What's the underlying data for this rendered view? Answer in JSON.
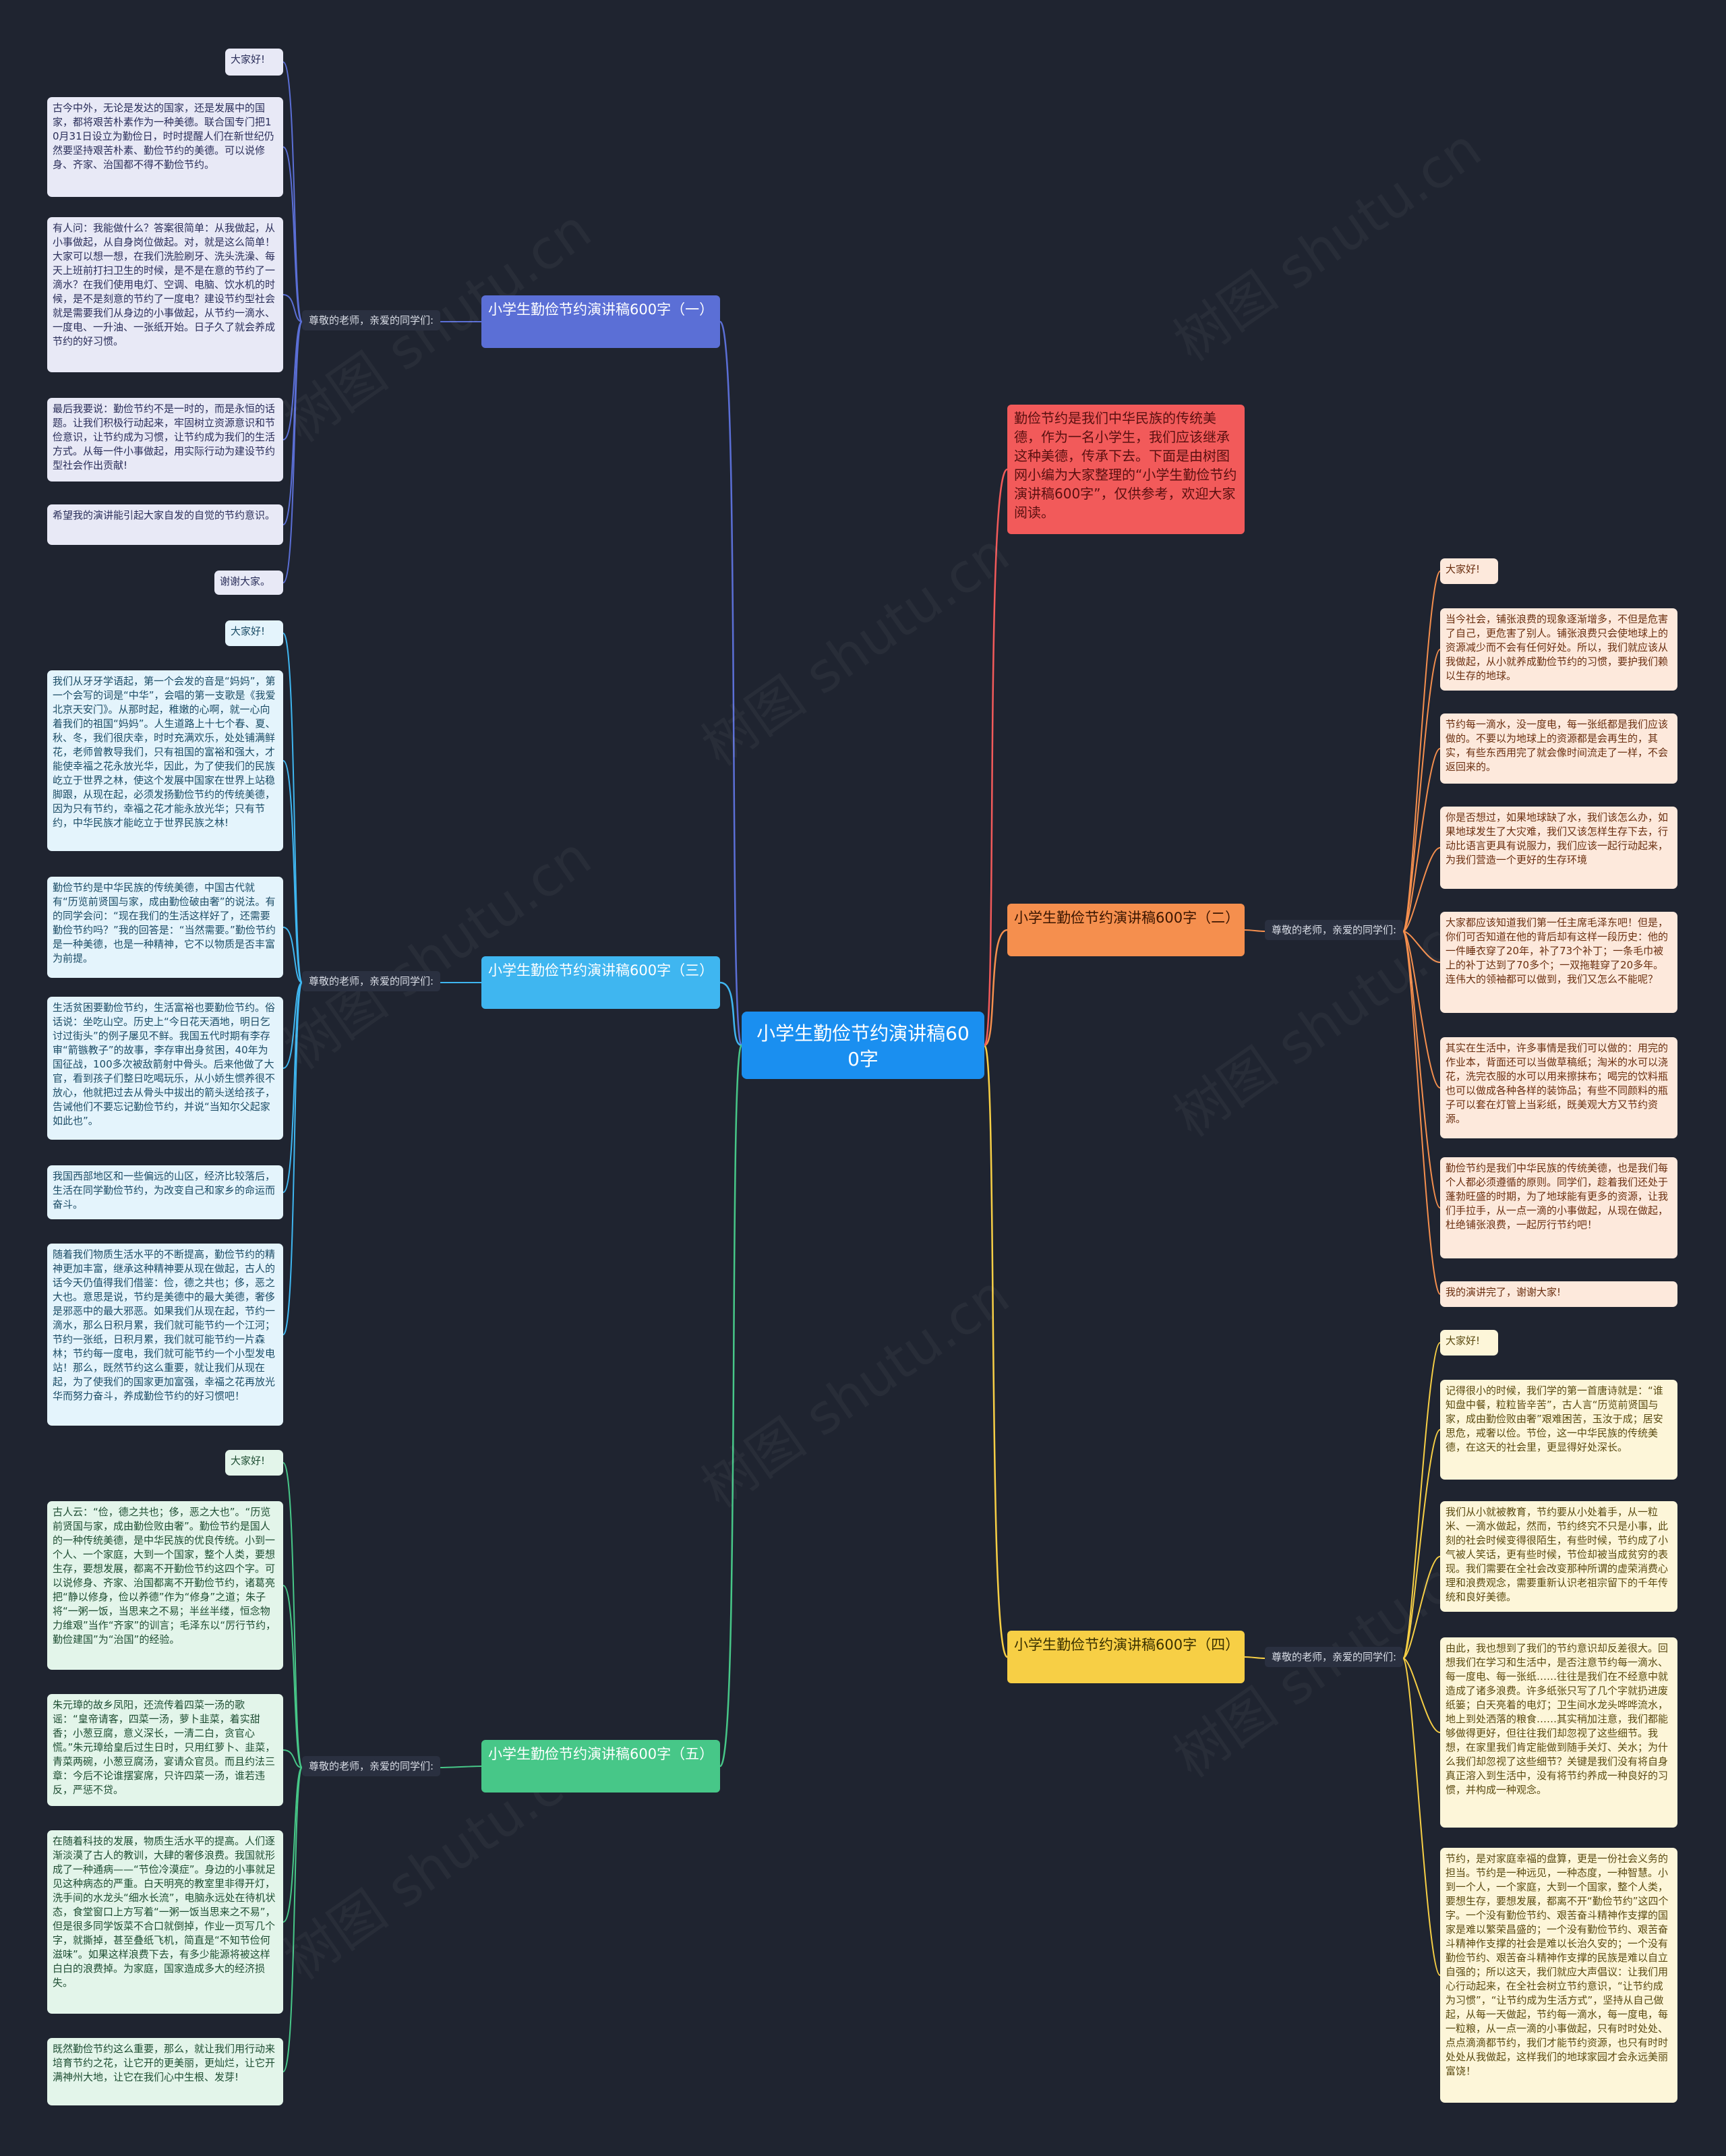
{
  "center": {
    "label": "小学生勤俭节约演讲稿600字"
  },
  "intro": {
    "text": "勤俭节约是我们中华民族的传统美德，作为一名小学生，我们应该继承这种美德，传承下去。下面是由树图网小编为大家整理的“小学生勤俭节约演讲稿600字”，仅供参考，欢迎大家阅读。"
  },
  "colors": {
    "background": "#1f2430",
    "center": "#1a8ff0",
    "intro": "#f25a5a",
    "b1": "#5b6fd6",
    "b2": "#f58f4e",
    "b3": "#3fb6f0",
    "b4": "#f7cf45",
    "b5": "#47c788"
  },
  "watermark": "树图 shutu.cn",
  "branches": [
    {
      "id": "b1",
      "label": "小学生勤俭节约演讲稿600字（一）",
      "sub": "尊敬的老师，亲爱的同学们:",
      "leaves": [
        "大家好!",
        "古今中外，无论是发达的国家，还是发展中的国家，都将艰苦朴素作为一种美德。联合国专门把10月31日设立为勤俭日，时时提醒人们在新世纪仍然要坚持艰苦朴素、勤俭节约的美德。可以说修身、齐家、治国都不得不勤俭节约。",
        "有人问：我能做什么？答案很简单：从我做起，从小事做起，从自身岗位做起。对，就是这么简单！大家可以想一想，在我们洗脸刷牙、洗头洗澡、每天上班前打扫卫生的时候，是不是在意的节约了一滴水？在我们使用电灯、空调、电脑、饮水机的时候，是不是刻意的节约了一度电？建设节约型社会就是需要我们从身边的小事做起，从节约一滴水、一度电、一升油、一张纸开始。日子久了就会养成节约的好习惯。",
        "最后我要说：勤俭节约不是一时的，而是永恒的话题。让我们积极行动起来，牢固树立资源意识和节俭意识，让节约成为习惯，让节约成为我们的生活方式。从每一件小事做起，用实际行动为建设节约型社会作出贡献!",
        "希望我的演讲能引起大家自发的自觉的节约意识。",
        "谢谢大家。"
      ]
    },
    {
      "id": "b3",
      "label": "小学生勤俭节约演讲稿600字（三）",
      "sub": "尊敬的老师，亲爱的同学们:",
      "leaves": [
        "大家好!",
        "我们从牙牙学语起，第一个会发的音是“妈妈”，第一个会写的词是“中华”，会唱的第一支歌是《我爱北京天安门》。从那时起，稚嫩的心啊，就一心向着我们的祖国“妈妈”。人生道路上十七个春、夏、秋、冬，我们很庆幸，时时充满欢乐，处处铺满鲜花，老师曾教导我们，只有祖国的富裕和强大，才能使幸福之花永放光华，因此，为了使我们的民族屹立于世界之林，使这个发展中国家在世界上站稳脚跟，从现在起，必须发扬勤俭节约的传统美德，因为只有节约，幸福之花才能永放光华；只有节约，中华民族才能屹立于世界民族之林!",
        "勤俭节约是中华民族的传统美德，中国古代就有“历览前贤国与家，成由勤俭破由奢”的说法。有的同学会问：“现在我们的生活这样好了，还需要勤俭节约吗？”我的回答是：“当然需要。”勤俭节约是一种美德，也是一种精神，它不以物质是否丰富为前提。",
        "生活贫困要勤俭节约，生活富裕也要勤俭节约。俗话说：坐吃山空。历史上“今日花天酒地，明日乞讨过街头”的例子屡见不鲜。我国五代时期有李存审“箭镞教子”的故事，李存审出身贫困，40年为国征战，100多次被敌箭射中骨头。后来他做了大官，看到孩子们整日吃喝玩乐，从小娇生惯养很不放心，他就把过去从骨头中拔出的箭头送给孩子，告诫他们不要忘记勤俭节约，并说“当知尔父起家如此也”。",
        "我国西部地区和一些偏远的山区，经济比较落后，生活在同学勤俭节约，为改变自己和家乡的命运而奋斗。",
        "随着我们物质生活水平的不断提高，勤俭节约的精神更加丰富，继承这种精神要从现在做起，古人的话今天仍值得我们借鉴：俭，德之共也；侈，恶之大也。意思是说，节约是美德中的最大美德，奢侈是邪恶中的最大邪恶。如果我们从现在起，节约一滴水，那么日积月累，我们就可能节约一个江河；节约一张纸，日积月累，我们就可能节约一片森林；节约每一度电，我们就可能节约一个小型发电站！那么，既然节约这么重要，就让我们从现在起，为了使我们的国家更加富强，幸福之花再放光华而努力奋斗，养成勤俭节约的好习惯吧！"
      ]
    },
    {
      "id": "b5",
      "label": "小学生勤俭节约演讲稿600字（五）",
      "sub": "尊敬的老师，亲爱的同学们:",
      "leaves": [
        "大家好!",
        "古人云：“俭，德之共也；侈，恶之大也”。“历览前贤国与家，成由勤俭败由奢”。勤俭节约是国人的一种传统美德，是中华民族的优良传统。小到一个人、一个家庭，大到一个国家，整个人类，要想生存，要想发展，都离不开勤俭节约这四个字。可以说修身、齐家、治国都离不开勤俭节约，诸葛亮把“静以修身，俭以养德”作为“修身”之道；朱子将“一粥一饭，当思来之不易；半丝半缕，恒念物力维艰”当作“齐家”的训言；毛泽东以“厉行节约，勤俭建国”为“治国”的经验。",
        "朱元璋的故乡凤阳，还流传着四菜一汤的歌谣：“皇帝请客，四菜一汤，萝卜韭菜，着实甜香；小葱豆腐，意义深长，一清二白，贪官心慌。”朱元璋给皇后过生日时，只用红萝卜、韭菜，青菜两碗，小葱豆腐汤，宴请众官员。而且约法三章：今后不论谁摆宴席，只许四菜一汤，谁若违反，严惩不贷。",
        "在随着科技的发展，物质生活水平的提高。人们逐渐淡漠了古人的教训，大肆的奢侈浪费。我国就形成了一种通病——“节俭冷漠症”。身边的小事就足见这种病态的严重。白天明亮的教室里非得开灯，洗手间的水龙头“细水长流”，电脑永远处在待机状态，食堂窗口上方写着“一粥一饭当思来之不易”，但是很多同学饭菜不合口就倒掉，作业一页写几个字，就撕掉，甚至叠纸飞机，简直是“不知节俭何滋味”。如果这样浪费下去，有多少能源将被这样白白的浪费掉。为家庭，国家造成多大的经济损失。",
        "既然勤俭节约这么重要，那么，就让我们用行动来培育节约之花，让它开的更美丽，更灿烂，让它开满神州大地，让它在我们心中生根、发芽!"
      ]
    },
    {
      "id": "b2",
      "label": "小学生勤俭节约演讲稿600字（二）",
      "sub": "尊敬的老师，亲爱的同学们:",
      "leaves": [
        "大家好!",
        "当今社会，铺张浪费的现象逐渐增多，不但是危害了自己，更危害了别人。铺张浪费只会使地球上的资源减少而不会有任何好处。所以，我们就应该从我做起，从小就养成勤俭节约的习惯，要护我们赖以生存的地球。",
        "节约每一滴水，没一度电，每一张纸都是我们应该做的。不要以为地球上的资源都是会再生的，其实，有些东西用完了就会像时间流走了一样，不会返回来的。",
        "你是否想过，如果地球缺了水，我们该怎么办，如果地球发生了大灾难，我们又该怎样生存下去，行动比语言更具有说服力，我们应该一起行动起来，为我们营造一个更好的生存环境",
        "大家都应该知道我们第一任主席毛泽东吧！但是，你们可否知道在他的背后却有这样一段历史：他的一件睡衣穿了20年，补了73个补丁；一条毛巾被上的补丁达到了70多个；一双拖鞋穿了20多年。连伟大的领袖都可以做到，我们又怎么不能呢？",
        "其实在生活中，许多事情是我们可以做的：用完的作业本，背面还可以当做草稿纸；淘米的水可以浇花，洗完衣服的水可以用来擦抹布；喝完的饮料瓶也可以做成各种各样的装饰品；有些不同颜料的瓶子可以套在灯管上当彩纸，既美观大方又节约资源。",
        "勤俭节约是我们中华民族的传统美德，也是我们每个人都必须遵循的原则。同学们，趁着我们还处于蓬勃旺盛的时期，为了地球能有更多的资源，让我们手拉手，从一点一滴的小事做起，从现在做起，杜绝铺张浪费，一起厉行节约吧！",
        "我的演讲完了，谢谢大家!"
      ]
    },
    {
      "id": "b4",
      "label": "小学生勤俭节约演讲稿600字（四）",
      "sub": "尊敬的老师，亲爱的同学们:",
      "leaves": [
        "大家好!",
        "记得很小的时候，我们学的第一首唐诗就是：“谁知盘中餐，粒粒皆辛苦”，古人言“历览前贤国与家，成由勤俭败由奢”艰难困苦，玉汝于成；居安思危，戒奢以俭。节俭，这一中华民族的传统美德，在这天的社会里，更显得好处深长。",
        "我们从小就被教育，节约要从小处着手，从一粒米、一滴水做起，然而，节约终究不只是小事，此刻的社会时候变得很陌生，有些时候，节约成了小气被人笑话，更有些时候，节俭却被当成贫穷的表现。我们需要在全社会改变那种所谓的虚荣消费心理和浪费观念，需要重新认识老祖宗留下的千年传统和良好美德。",
        "由此，我也想到了我们的节约意识却反差很大。回想我们在学习和生活中，是否注意节约每一滴水、每一度电、每一张纸……往往是我们在不经意中就造成了诸多浪费。许多纸张只写了几个字就扔进废纸篓；白天亮着的电灯；卫生间水龙头哗哗流水，地上到处洒落的粮食……其实稍加注意，我们都能够做得更好，但往往我们却忽视了这些细节。我想，在家里我们肯定能做到随手关灯、关水；为什么我们却忽视了这些细节？关键是我们没有将自身真正溶入到生活中，没有将节约养成一种良好的习惯，并构成一种观念。",
        "节约，是对家庭幸福的盘算，更是一份社会义务的担当。节约是一种远见，一种态度，一种智慧。小到一个人，一个家庭，大到一个国家，整个人类，要想生存，要想发展，都离不开“勤俭节约”这四个字。一个没有勤俭节约、艰苦奋斗精神作支撑的国家是难以繁荣昌盛的；一个没有勤俭节约、艰苦奋斗精神作支撑的社会是难以长治久安的；一个没有勤俭节约、艰苦奋斗精神作支撑的民族是难以自立自强的；所以这天，我们就应大声倡议：让我们用心行动起来，在全社会树立节约意识，“让节约成为习惯”，“让节约成为生活方式”，坚持从自己做起，从每一天做起，节约每一滴水，每一度电，每一粒粮，从一点一滴的小事做起，只有时时处处、点点滴滴都节约，我们才能节约资源，也只有时时处处从我做起，这样我们的地球家园才会永远美丽富饶！"
      ]
    }
  ]
}
